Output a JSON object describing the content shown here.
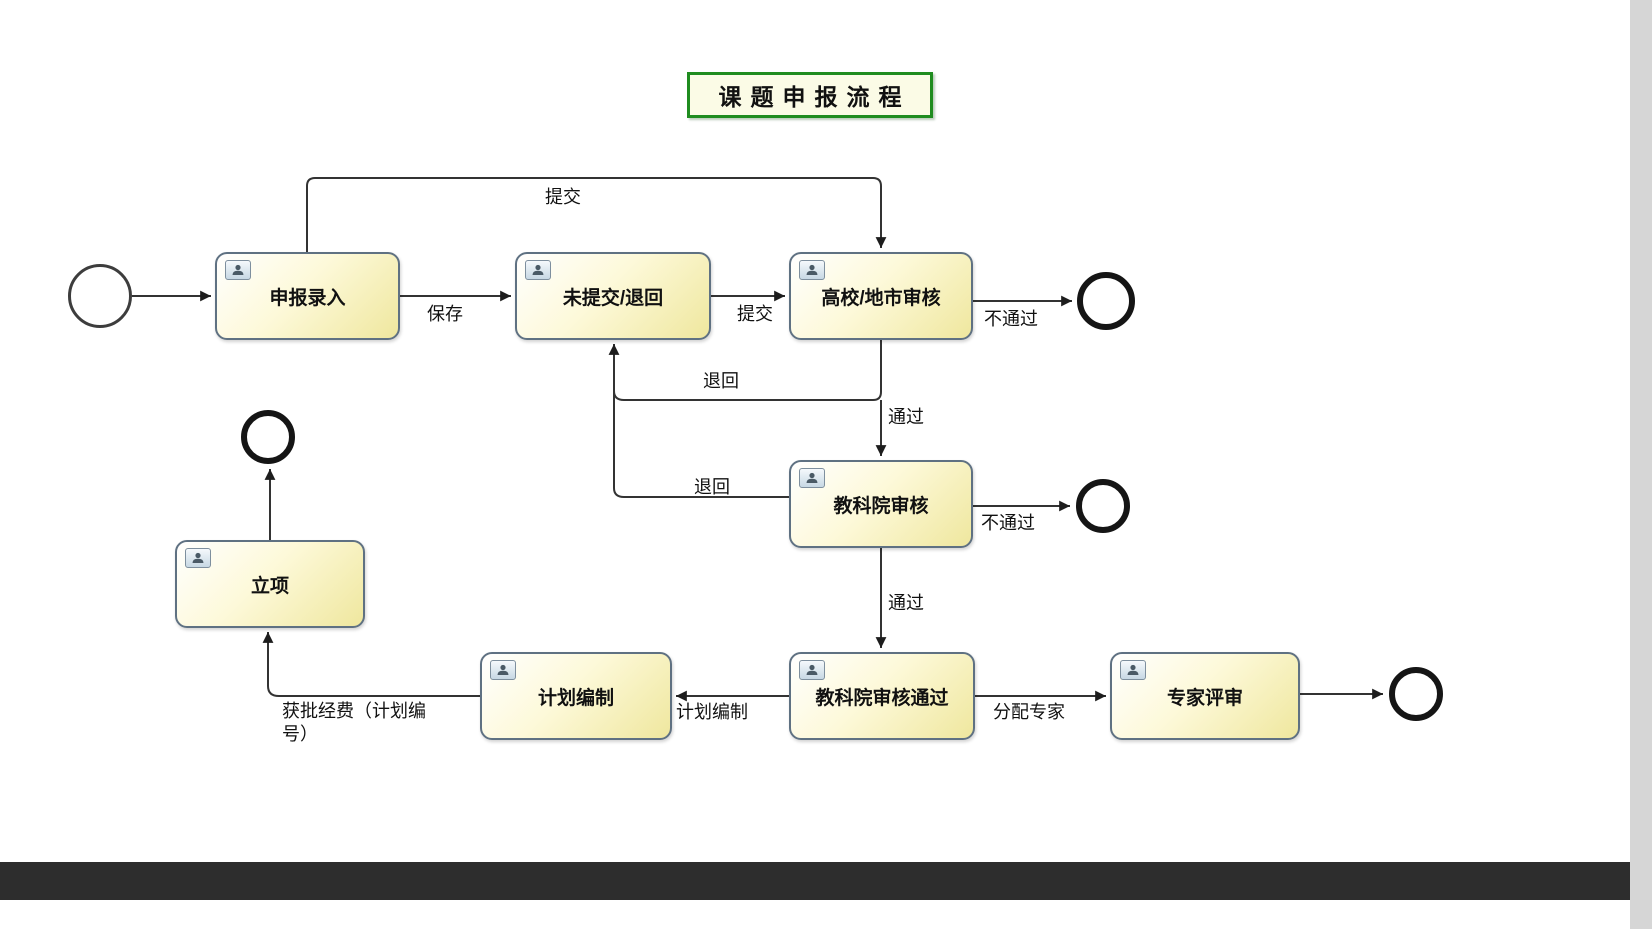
{
  "title": "课题申报流程",
  "tasks": [
    {
      "label": "申报录入"
    },
    {
      "label": "未提交/退回"
    },
    {
      "label": "高校/地市审核"
    },
    {
      "label": "教科院审核"
    },
    {
      "label": "立项"
    },
    {
      "label": "计划编制"
    },
    {
      "label": "教科院审核通过"
    },
    {
      "label": "专家评审"
    }
  ],
  "edge_labels": {
    "submit_top": "提交",
    "save": "保存",
    "submit": "提交",
    "not_pass_1": "不通过",
    "return_1": "退回",
    "pass_1": "通过",
    "not_pass_2": "不通过",
    "return_2": "退回",
    "pass_2": "通过",
    "plan_prepare": "计划编制",
    "assign_expert": "分配专家",
    "approved_funding": "获批经费（计划编号）"
  },
  "colors": {
    "task_border": "#5f7182",
    "task_fill": "#efe79e",
    "title_border": "#1f8c1f",
    "connector": "#333333"
  }
}
